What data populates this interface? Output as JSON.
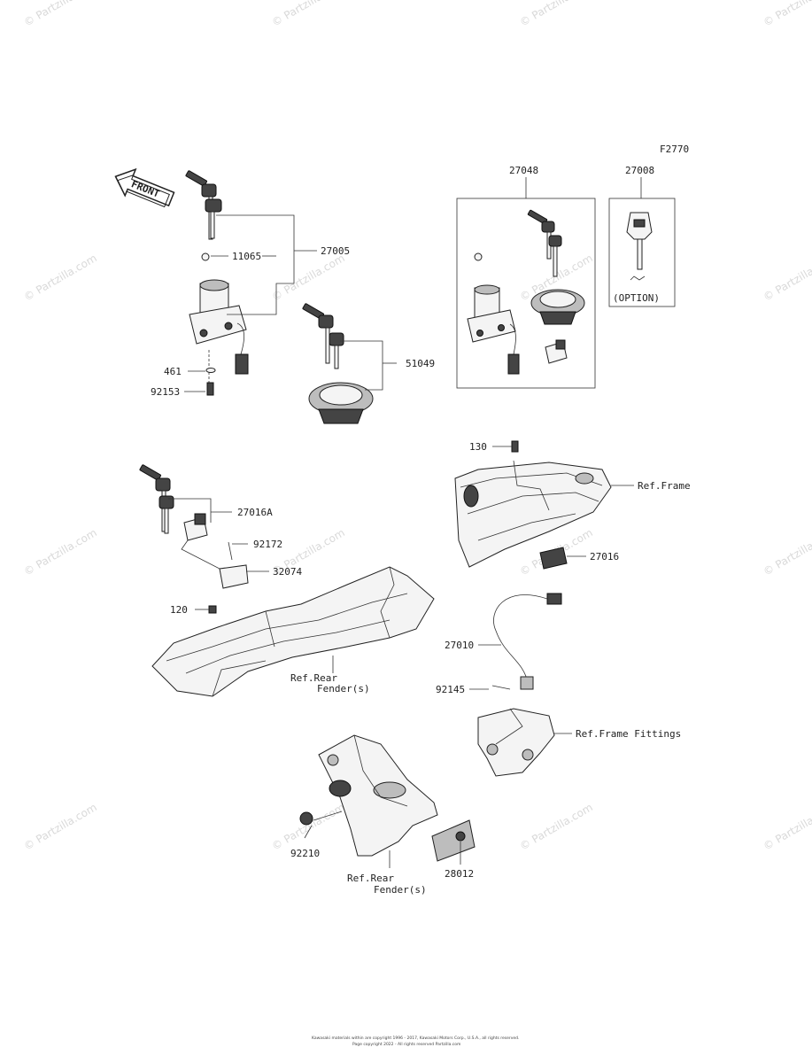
{
  "diagram_code": "F2770",
  "front_label": "FRONT",
  "option_label": "(OPTION)",
  "parts": {
    "p27005": "27005",
    "p11065": "11065",
    "p461": "461",
    "p92153": "92153",
    "p51049": "51049",
    "p27048": "27048",
    "p27008": "27008",
    "p27016A": "27016A",
    "p92172": "92172",
    "p32074": "32074",
    "p120": "120",
    "p130": "130",
    "p27016": "27016",
    "p27010": "27010",
    "p92145": "92145",
    "p92210": "92210",
    "p28012": "28012"
  },
  "refs": {
    "frame": "Ref.Frame",
    "rear_fender_1a": "Ref.Rear",
    "rear_fender_1b": "Fender(s)",
    "frame_fittings": "Ref.Frame Fittings",
    "rear_fender_2a": "Ref.Rear",
    "rear_fender_2b": "Fender(s)"
  },
  "watermark": "© Partzilla.com",
  "footer": {
    "line1": "Kawasaki materials within are copyright 1996 - 2017, Kawasaki Motors Corp., U.S.A., all rights reserved.",
    "line2": "Page copyright 2022 - All rights reserved Partzilla.com"
  }
}
